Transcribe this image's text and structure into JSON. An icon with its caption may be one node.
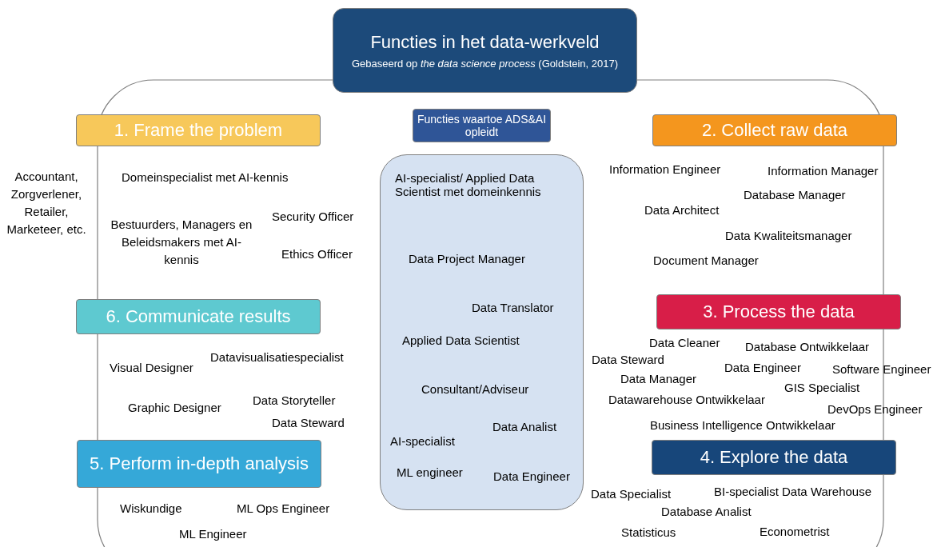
{
  "diagram": {
    "nodes": [
      {
        "text": [
          "Functies in het data-werkveld",
          "Gebaseerd op *the data science process* (Goldstein, 2017)"
        ]
      },
      {
        "text": [
          "Functies waartoe ADS&AI opleidt"
        ]
      },
      {
        "text": [
          "1. Frame the problem"
        ]
      },
      {
        "text": [
          "2. Collect raw data"
        ]
      },
      {
        "text": [
          "AI-specialist/ Applied Data Scientist met domeinkennis",
          "Data Project Manager",
          "Data Translator",
          "Applied Data Scientist",
          "Consultant/Adviseur",
          "Data Analist",
          "AI-specialist",
          "ML engineer",
          "Data Engineer"
        ]
      },
      {
        "text": [
          "6. Communicate results"
        ]
      },
      {
        "text": [
          "3. Process the data"
        ]
      },
      {
        "text": [
          "5. Perform in-depth analysis"
        ]
      },
      {
        "text": [
          "4. Explore the data"
        ]
      }
    ],
    "edges": [],
    "labels": [
      "Accountant, Zorgverlener, Retailer, Marketeer, etc.",
      "Domeinspecialist met AI-kennis",
      "Information Engineer",
      "Information Manager",
      "Database Manager",
      "Data Architect",
      "Bestuurders, Managers en Beleidsmakers met AI-kennis",
      "Security Officer",
      "Data Kwaliteitsmanager",
      "Ethics Officer",
      "Document Manager",
      "Data Cleaner",
      "Database Ontwikkelaar",
      "Datavisualisatiespecialist",
      "Data Steward",
      "Visual Designer",
      "Data Engineer",
      "Software Engineer",
      "Data Manager",
      "GIS Specialist",
      "Graphic Designer",
      "Data Storyteller",
      "Datawarehouse Ontwikkelaar",
      "DevOps Engineer",
      "Data Steward",
      "Business Intelligence Ontwikkelaar",
      "Data Specialist",
      "BI-specialist Data Warehouse",
      "Wiskundige",
      "ML Ops Engineer",
      "Database Analist",
      "ML Engineer",
      "Statisticus",
      "Econometrist"
    ]
  }
}
